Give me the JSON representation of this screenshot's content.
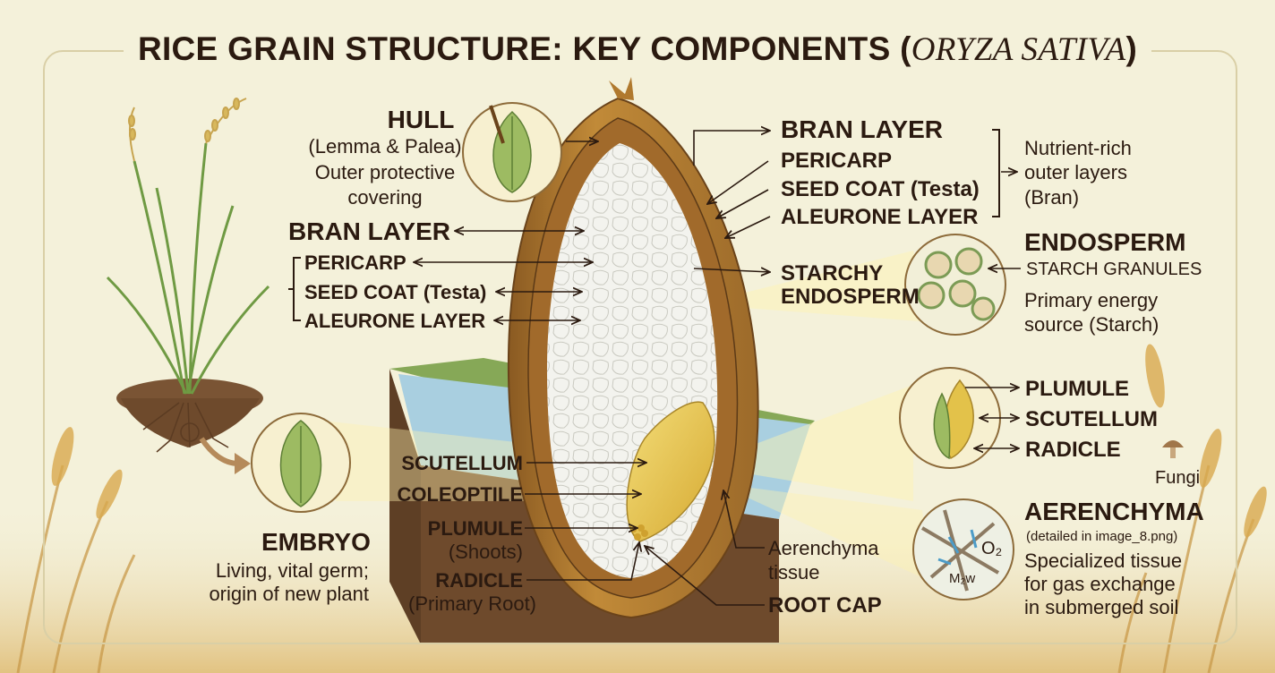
{
  "title": {
    "main": "RICE GRAIN STRUCTURE: KEY COMPONENTS (",
    "species": "ORYZA SATIVA",
    "close": ")"
  },
  "hull": {
    "heading": "HULL",
    "sub": "(Lemma & Palea)",
    "desc_line1": "Outer protective",
    "desc_line2": "covering"
  },
  "bran_left": {
    "heading": "BRAN LAYER",
    "pericarp": "PERICARP",
    "seed_coat": "SEED COAT (Testa)",
    "aleurone": "ALEURONE LAYER"
  },
  "bran_right": {
    "heading": "BRAN LAYER",
    "pericarp": "PERICARP",
    "seed_coat": "SEED COAT (Testa)",
    "aleurone": "ALEURONE LAYER"
  },
  "nutrient": {
    "line1": "Nutrient-rich",
    "line2": "outer layers",
    "line3": "(Bran)"
  },
  "starchy": {
    "line1": "STARCHY",
    "line2": "ENDOSPERM"
  },
  "endosperm": {
    "heading": "ENDOSPERM",
    "granules": "STARCH GRANULES",
    "desc_line1": "Primary energy",
    "desc_line2": "source (Starch)"
  },
  "embryo_right": {
    "plumule": "PLUMULE",
    "scutellum": "SCUTELLUM",
    "radicle": "RADICLE"
  },
  "fungi": "Fungi",
  "aerenchyma": {
    "heading": "AERENCHYMA",
    "note": "(detailed in image_8.png)",
    "desc_line1": "Specialized tissue",
    "desc_line2": "for gas exchange",
    "desc_line3": "in submerged soil",
    "icon_o2": "O₂",
    "icon_text": "M₂w"
  },
  "embryo": {
    "heading": "EMBRYO",
    "desc_line1": "Living, vital germ;",
    "desc_line2": "origin of new plant"
  },
  "embryo_left": {
    "scutellum": "SCUTELLUM",
    "coleoptile": "COLEOPTILE",
    "plumule": "PLUMULE",
    "plumule_sub": "(Shoots)",
    "radicle": "RADICLE",
    "radicle_sub": "(Primary Root)"
  },
  "aerenchyma_tissue": {
    "line1": "Aerenchyma",
    "line2": "tissue"
  },
  "root_cap": "ROOT CAP",
  "colors": {
    "background": "#f4f1da",
    "hull": "#b9822e",
    "endosperm": "#f3f3ee",
    "embryo": "#e3c24a",
    "water": "#a9cfe0",
    "soil": "#6e4a2c",
    "plant": "#7fa34f"
  }
}
